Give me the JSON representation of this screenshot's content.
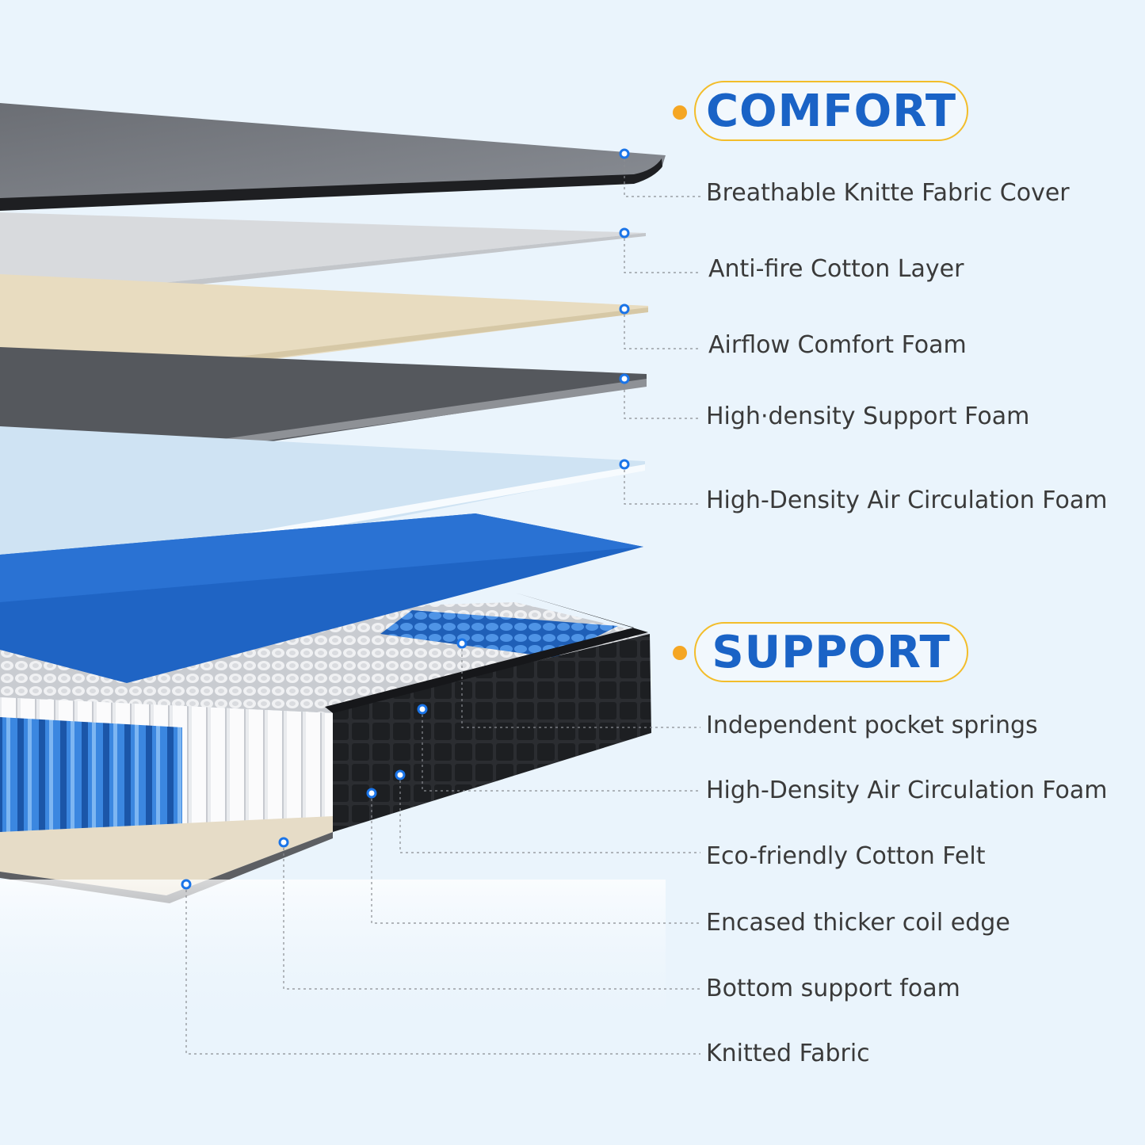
{
  "sections": {
    "comfort": {
      "title": "COMFORT",
      "labels": [
        "Breathable Knitte Fabric Cover",
        "Anti-fire Cotton Layer",
        "Airflow Comfort Foam",
        "High·density Support Foam",
        "High-Density Air Circulation Foam"
      ]
    },
    "support": {
      "title": "SUPPORT",
      "labels": [
        "Independent pocket springs",
        "High-Density Air Circulation Foam",
        "Eco-friendly Cotton Felt",
        "Encased thicker coil edge",
        "Bottom support foam",
        "Knitted Fabric"
      ]
    }
  },
  "colors": {
    "accent_blue": "#1a63c6",
    "accent_orange": "#f5a623",
    "pill_border": "#f3bd2a",
    "marker_blue": "#1a74e8"
  }
}
